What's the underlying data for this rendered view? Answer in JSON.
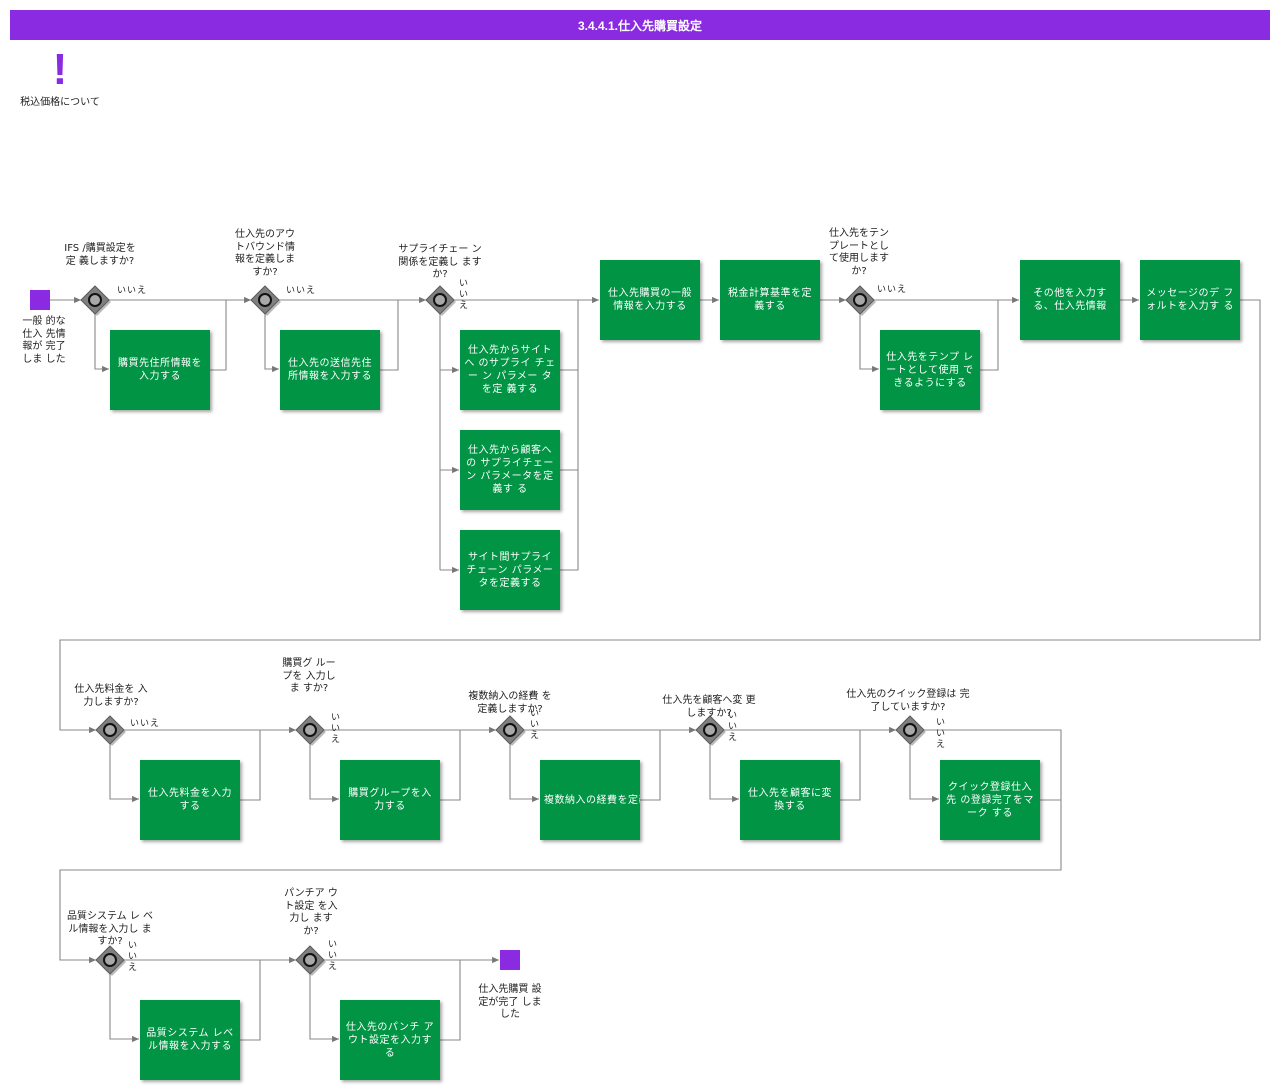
{
  "title": "3.4.4.1.仕入先購買設定",
  "note": {
    "icon": "exclamation-icon",
    "label": "税込価格について"
  },
  "colors": {
    "accent": "#8a2be2",
    "task": "#009444",
    "gateway": "#808080"
  },
  "start_event": {
    "label": "一般 的な 仕入 先情 報が 完了 しま した"
  },
  "end_event": {
    "label": "仕入先購買 設定が完了 しました"
  },
  "no_label": "いいえ",
  "gateways": [
    {
      "question": "IFS /購買設定を定 義しますか?"
    },
    {
      "question": "仕入先のアウ トバウンド情 報を定義しま すか?"
    },
    {
      "question": "サプライチェー ン関係を定義し ますか?"
    },
    {
      "question": "仕入先をテン プレートとし て使用します か?"
    },
    {
      "question": "仕入先料金を 入力しますか?"
    },
    {
      "question": "購買グ ループを 入力しま すか?"
    },
    {
      "question": "複数納入の経費 を定義しますか?"
    },
    {
      "question": "仕入先を顧客へ変 更しますか?"
    },
    {
      "question": "仕入先のクイック登録は 完了していますか?"
    },
    {
      "question": "品質システム レ ベル情報を入力し ますか?"
    },
    {
      "question": "パンチア ウト設定 を入力し ますか?"
    }
  ],
  "tasks": [
    {
      "label": "購買先住所情報を 入力する"
    },
    {
      "label": "仕入先の送信先住 所情報を入力する"
    },
    {
      "label": "仕入先からサイト へ のサプライ チェー ン パラメー タを定 義する"
    },
    {
      "label": "仕入先から顧客へ の サプライチェー ン パラメータを定 義す る"
    },
    {
      "label": "サイト間サプライ チェーン パラメー タを定義する"
    },
    {
      "label": "仕入先購買の一般 情報を入力する"
    },
    {
      "label": "税金計算基準を定 義する"
    },
    {
      "label": "仕入先をテンプ レートとして使用 できるようにする"
    },
    {
      "label": "その他を入力す る、仕入先情報"
    },
    {
      "label": "メッセージのデ フォルトを入力す る"
    },
    {
      "label": "仕入先料金を入力 する"
    },
    {
      "label": "購買グループを入 力する"
    },
    {
      "label": "複数納入の経費を定義する"
    },
    {
      "label": "仕入先を顧客に変 換する"
    },
    {
      "label": "クイック登録仕入先 の登録完了をマーク する"
    },
    {
      "label": "品質システム レベ ル情報を入力する"
    },
    {
      "label": "仕入先のパンチ ア ウト設定を入力す る"
    }
  ]
}
